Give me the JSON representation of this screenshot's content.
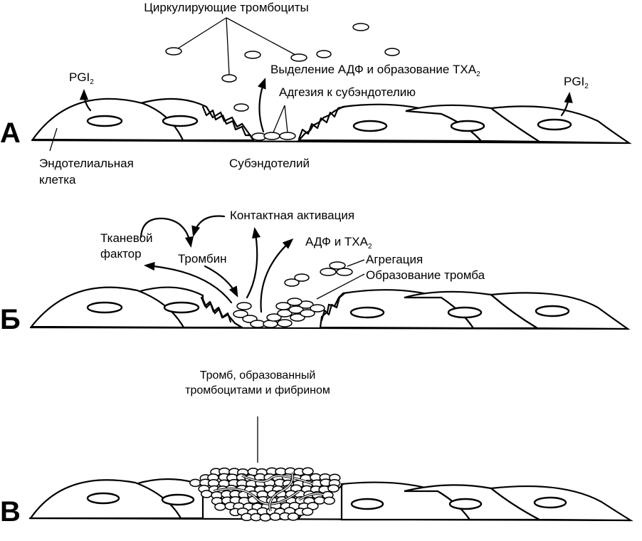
{
  "figure": {
    "description": "Platelet adhesion, activation and thrombus formation on damaged endothelium",
    "panels": [
      {
        "id": "A",
        "letter": "А",
        "labels": {
          "circulating_platelets": "Циркулирующие тромбоциты",
          "adp_txa2_release": "Выделение АДФ и образование ТХА",
          "adp_txa2_release_sub": "2",
          "adhesion": "Адгезия к субэндотелию",
          "pgi2_left": "PGI",
          "pgi2_left_sub": "2",
          "pgi2_right": "PGI",
          "pgi2_right_sub": "2",
          "endothelial_cell_line1": "Эндотелиальная",
          "endothelial_cell_line2": "клетка",
          "subendothelium": "Субэндотелий"
        }
      },
      {
        "id": "B",
        "letter": "Б",
        "labels": {
          "contact_activation": "Контактная активация",
          "tissue_factor_line1": "Тканевой",
          "tissue_factor_line2": "фактор",
          "thrombin": "Тромбин",
          "adp_txa2": "АДФ и ТХА",
          "adp_txa2_sub": "2",
          "aggregation": "Агрегация",
          "thrombus_formation": "Образование тромба"
        }
      },
      {
        "id": "C",
        "letter": "В",
        "labels": {
          "thrombus_line1": "Тромб,  образованный",
          "thrombus_line2": "тромбоцитами и фибрином"
        }
      }
    ]
  }
}
